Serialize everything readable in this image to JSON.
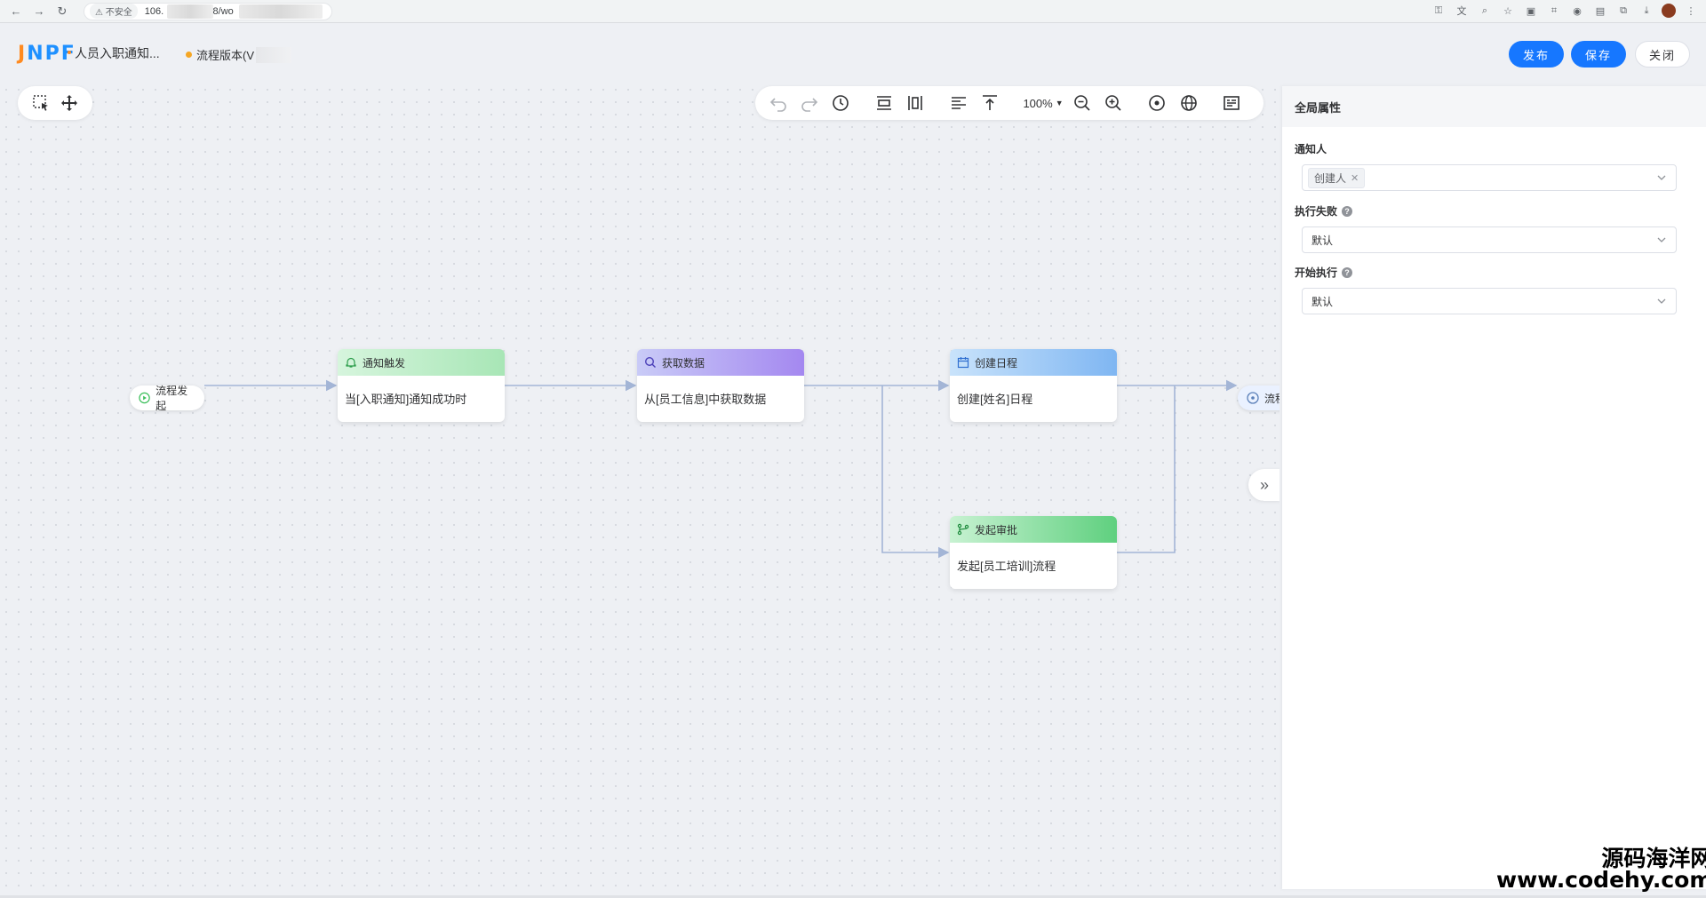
{
  "browser": {
    "insecure_label": "不安全",
    "url_prefix": "106.",
    "url_suffix": "8/wo"
  },
  "header": {
    "logo": "JNPF",
    "flow_title": "人员入职通知...",
    "version_label": "流程版本(V",
    "publish_label": "发布",
    "save_label": "保存",
    "close_label": "关闭"
  },
  "toolbar": {
    "zoom_label": "100%"
  },
  "flow": {
    "start_label": "流程发起",
    "end_label": "流程",
    "nodes": [
      {
        "title": "通知触发",
        "body": "当[入职通知]通知成功时",
        "icon": "bell-icon"
      },
      {
        "title": "获取数据",
        "body": "从[员工信息]中获取数据",
        "icon": "search-icon"
      },
      {
        "title": "创建日程",
        "body": "创建[姓名]日程",
        "icon": "calendar-icon"
      },
      {
        "title": "发起审批",
        "body": "发起[员工培训]流程",
        "icon": "branch-icon"
      }
    ]
  },
  "panel": {
    "title": "全局属性",
    "fields": [
      {
        "label": "通知人",
        "tag": "创建人"
      },
      {
        "label": "执行失败",
        "value": "默认"
      },
      {
        "label": "开始执行",
        "value": "默认"
      }
    ]
  },
  "watermark": {
    "line1": "源码海洋网",
    "line2": "www.codehy.com"
  },
  "colors": {
    "primary": "#1677ff",
    "logo_orange": "#ff8a1f",
    "version_dot": "#f5a623",
    "connector": "#a3b5d6"
  }
}
